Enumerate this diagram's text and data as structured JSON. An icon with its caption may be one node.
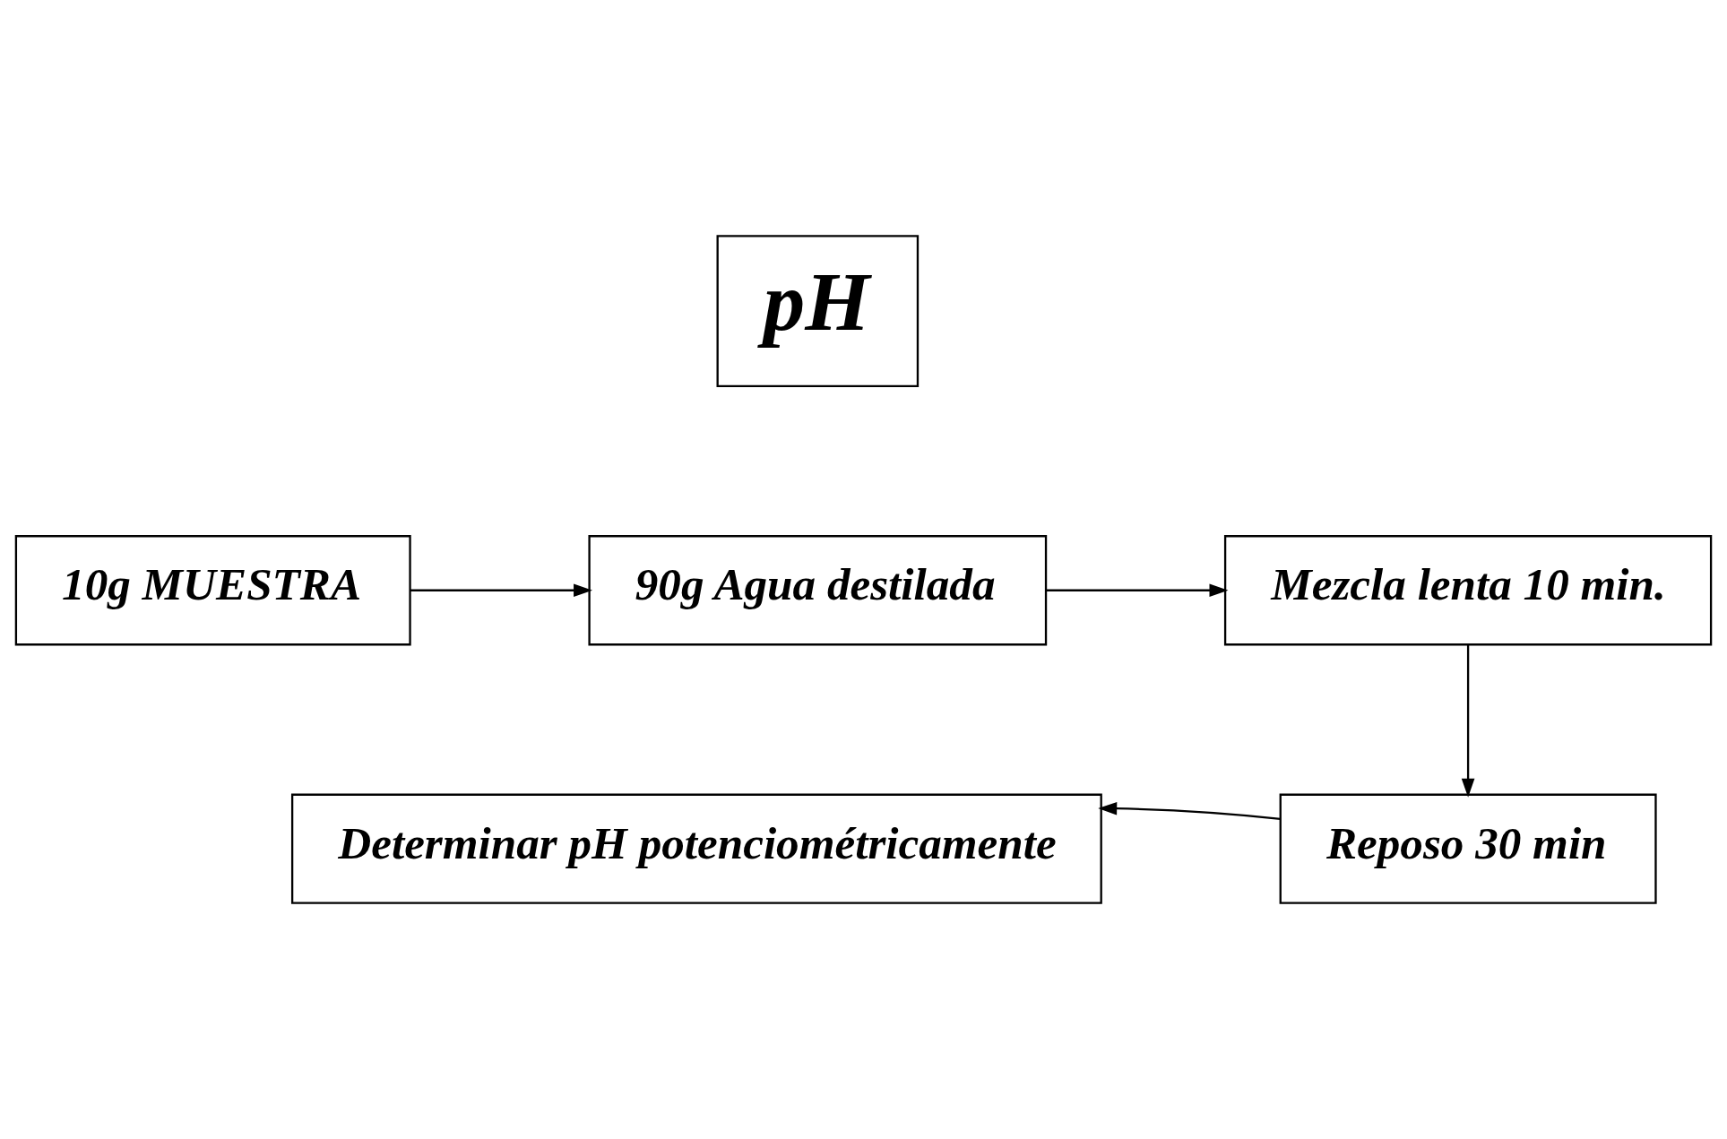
{
  "diagram": {
    "nodes": [
      {
        "text": [
          "pH"
        ]
      },
      {
        "text": [
          "10g MUESTRA"
        ]
      },
      {
        "text": [
          "90g Agua destilada"
        ]
      },
      {
        "text": [
          "Mezcla lenta 10 min."
        ]
      },
      {
        "text": [
          "Reposo 30 min"
        ]
      },
      {
        "text": [
          "Determinar pH potenciométricamente"
        ]
      }
    ],
    "edges": [
      {
        "from": 1,
        "to": 2,
        "arrow": "to"
      },
      {
        "from": 2,
        "to": 3,
        "arrow": "to"
      },
      {
        "from": 3,
        "to": 4,
        "arrow": "to"
      },
      {
        "from": 4,
        "to": 5,
        "arrow": "to"
      }
    ]
  }
}
